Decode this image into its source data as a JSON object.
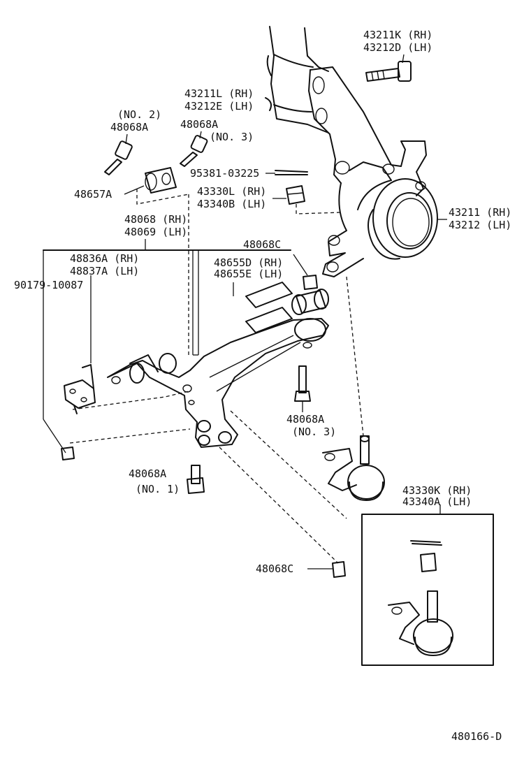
{
  "diagram_code": "480166-D",
  "labels": {
    "knuckle_bolt": [
      "43211K (RH)",
      "43212D (LH)"
    ],
    "pin_clip": [
      "43211L (RH)",
      "43212E (LH)"
    ],
    "no2_bolt": [
      "(NO. 2)",
      "48068A"
    ],
    "no3_bolt_top": [
      "48068A",
      "(NO. 3)"
    ],
    "cotter_pin": "95381-03225",
    "bushing_bracket": "48657A",
    "nut_upper": [
      "43330L (RH)",
      "43340B (LH)"
    ],
    "knuckle": [
      "43211 (RH)",
      "43212 (LH)"
    ],
    "lower_arm": [
      "48068 (RH)",
      "48069 (LH)"
    ],
    "nut_rear": "48068C",
    "rear_bracket": [
      "48655D (RH)",
      "48655E (LH)"
    ],
    "front_bracket": [
      "48836A (RH)",
      "48837A (LH)"
    ],
    "bolt_small": "90179-10087",
    "no3_bolt_mid": [
      "48068A",
      "(NO. 3)"
    ],
    "no1_bolt": [
      "48068A",
      "(NO. 1)"
    ],
    "ball_joint": [
      "43330K (RH)",
      "43340A (LH)"
    ],
    "nut_lower": "48068C"
  }
}
